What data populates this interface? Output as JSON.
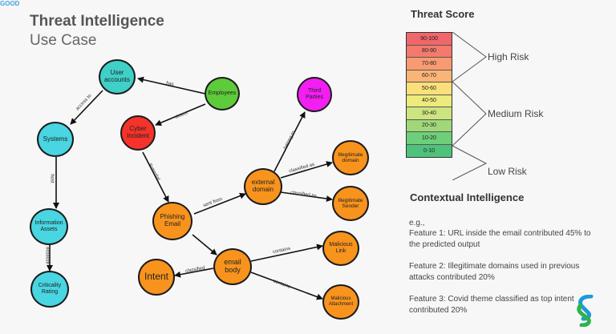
{
  "header": {
    "top_mark": "GOOD",
    "title": "Threat Intelligence",
    "subtitle": "Use Case"
  },
  "nodes": {
    "user_accounts": "User accounts",
    "employees": "Employees",
    "systems": "Systems",
    "cyber_incident": "Cyber Incident",
    "third_parties": "Third Parties",
    "illegitimate_domain": "Illegitimate domain",
    "external_domain": "external domain",
    "illegitimate_sender": "Illegitimate Sender",
    "information_assets": "Information Assets",
    "phishing_email": "Phishing Email",
    "email_body": "email body",
    "malicious_link": "Malicious Link",
    "intent": "Intent",
    "criticality_rating": "Criticality Rating",
    "malicious_attachment": "Malicious Attachment"
  },
  "edges": {
    "has": "has",
    "access_to": "access to",
    "detect": "detect",
    "host": "host",
    "potential": "Potential",
    "belong_to": "belong to",
    "classified_as_1": "classified as",
    "classified_as_2": "classified as",
    "sent_from": "sent from",
    "assesse": "assesse",
    "classified": "classified",
    "contains_1": "contains",
    "contains_2": "contains"
  },
  "threat_score": {
    "title": "Threat Score",
    "bands": [
      {
        "label": "90-100",
        "color": "#f0666b"
      },
      {
        "label": "80-90",
        "color": "#f37a6c"
      },
      {
        "label": "70-80",
        "color": "#f89a72"
      },
      {
        "label": "60-70",
        "color": "#fbb477"
      },
      {
        "label": "50-60",
        "color": "#fbe07a"
      },
      {
        "label": "40-50",
        "color": "#eceb7c"
      },
      {
        "label": "30-40",
        "color": "#cde47f"
      },
      {
        "label": "20-30",
        "color": "#a0d879"
      },
      {
        "label": "10-20",
        "color": "#6ecf7a"
      },
      {
        "label": "0-10",
        "color": "#4ec27b"
      }
    ],
    "high_risk": "High Risk",
    "medium_risk": "Medium Risk",
    "low_risk": "Low Risk"
  },
  "contextual": {
    "title": "Contextual Intelligence",
    "eg": "e.g.,",
    "feature1": "Feature 1: URL inside the email contributed 45% to the predicted output",
    "feature2": "Feature 2: Illegitimate domains used in previous attacks contributed 20%",
    "feature3": "Feature 3: Covid theme classified as top intent contributed 20%"
  },
  "logo": {
    "colors": [
      "#1e9bd7",
      "#2fb34a"
    ]
  }
}
